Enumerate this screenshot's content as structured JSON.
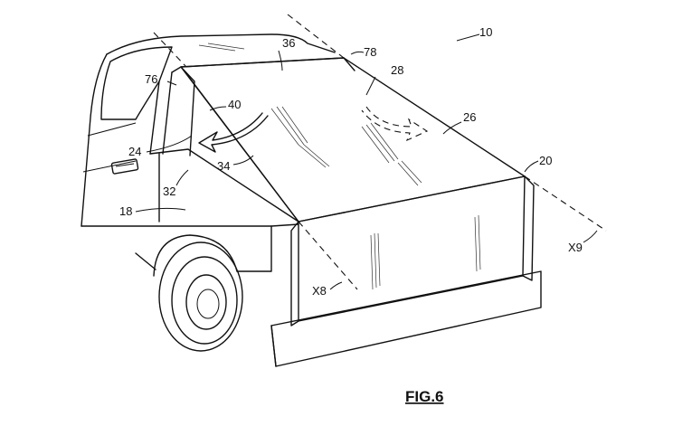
{
  "figure": {
    "caption": "FIG.6",
    "labels": {
      "ref_10": "10",
      "ref_36": "36",
      "ref_78": "78",
      "ref_28": "28",
      "ref_76": "76",
      "ref_40": "40",
      "ref_26": "26",
      "ref_24": "24",
      "ref_34": "34",
      "ref_20": "20",
      "ref_32": "32",
      "ref_18": "18",
      "ref_x9": "X9",
      "ref_x8": "X8"
    }
  }
}
